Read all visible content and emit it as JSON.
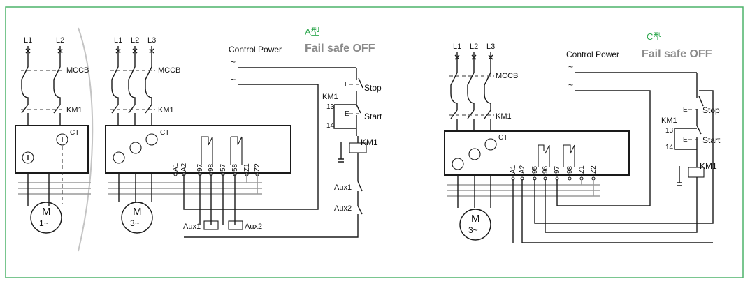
{
  "colors": {
    "border": "#4db36a",
    "title": "#2fa84f",
    "fail_safe": "#8a8a8a",
    "ground_wire": "#9a9a9a"
  },
  "left_single": {
    "phases": [
      "L1",
      "L2"
    ],
    "mccb": "MCCB",
    "km": "KM1",
    "ct": "CT",
    "motor_m": "M",
    "motor_phase": "1~"
  },
  "diagram_a": {
    "title": "A型",
    "fail_safe": "Fail safe OFF",
    "control_power": "Control Power",
    "tilde": "~",
    "phases": [
      "L1",
      "L2",
      "L3"
    ],
    "mccb": "MCCB",
    "km": "KM1",
    "ct": "CT",
    "motor_m": "M",
    "motor_phase": "3~",
    "terminals": [
      "A1",
      "A2",
      "97",
      "98",
      "57",
      "58",
      "Z1",
      "Z2"
    ],
    "stop": "Stop",
    "start": "Start",
    "km_aux": "KM1",
    "t13": "13",
    "t14": "14",
    "e_mark": "E",
    "coil": "KM1",
    "aux1": "Aux1",
    "aux2": "Aux2",
    "relay_aux1": "Aux1",
    "relay_aux2": "Aux2"
  },
  "diagram_c": {
    "title": "C型",
    "fail_safe": "Fail safe OFF",
    "control_power": "Control Power",
    "tilde": "~",
    "phases": [
      "L1",
      "L2",
      "L3"
    ],
    "mccb": "MCCB",
    "km": "KM1",
    "ct": "CT",
    "motor_m": "M",
    "motor_phase": "3~",
    "terminals": [
      "A1",
      "A2",
      "95",
      "96",
      "97",
      "98",
      "Z1",
      "Z2"
    ],
    "stop": "Stop",
    "start": "Start",
    "km_aux": "KM1",
    "t13": "13",
    "t14": "14",
    "e_mark": "E",
    "coil": "KM1"
  }
}
